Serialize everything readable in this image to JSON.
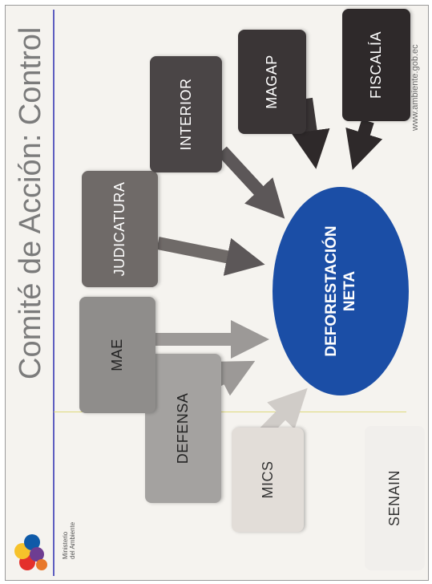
{
  "title": "Comité de Acción: Control",
  "center_node": {
    "line1": "DEFORESTACIÓN",
    "line2": "NETA"
  },
  "actors": [
    {
      "id": "senain",
      "label": "SENAIN"
    },
    {
      "id": "mics",
      "label": "MICS"
    },
    {
      "id": "defensa",
      "label": "DEFENSA"
    },
    {
      "id": "mae",
      "label": "MAE"
    },
    {
      "id": "judicatura",
      "label": "JUDICATURA"
    },
    {
      "id": "interior",
      "label": "INTERIOR"
    },
    {
      "id": "magap",
      "label": "MAGAP"
    },
    {
      "id": "fiscalia",
      "label": "FISCALÍA"
    }
  ],
  "logo": {
    "line1": "Ministerio",
    "line2": "del Ambiente"
  },
  "footer_url": "www.ambiente.gob.ec",
  "colors": {
    "title": "#7b7b7b",
    "rule": "#5e5ec0",
    "ellipse": "#1b4ea6",
    "dark_box": "#2e292a",
    "light_box": "#e2ddd8"
  }
}
